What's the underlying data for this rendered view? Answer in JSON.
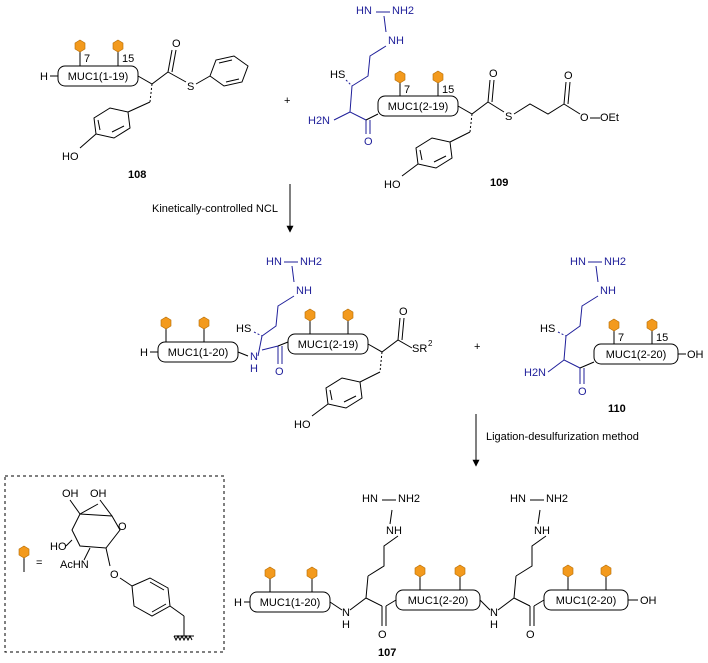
{
  "colors": {
    "peptide_line": "#000000",
    "blue_fragment": "#1f1f9a",
    "sugar_marker": "#f39a1d"
  },
  "compound_108": {
    "number": "108",
    "h_label": "H",
    "segment": "MUC1(1-19)",
    "site_a": "7",
    "site_b": "15",
    "s_label": "S",
    "o_label": "HO"
  },
  "compound_109": {
    "number": "109",
    "nh": "NH",
    "hn": "HN",
    "nh2": "NH2",
    "sh": "HS",
    "h2n": "H2N",
    "o": "O",
    "segment": "MUC1(2-19)",
    "site_a": "7",
    "site_b": "15",
    "s_label": "S",
    "oet": "OEt",
    "o_label": "HO"
  },
  "plus_1": "+",
  "plus_2": "+",
  "arrow_1": "Kinetically-controlled NCL",
  "arrow_2": "Ligation-desulfurization method",
  "intermediate": {
    "h_label": "H",
    "segment_1": "MUC1(1-20)",
    "segment_2": "MUC1(2-19)",
    "nh_link": "N",
    "nh_h": "H",
    "sh": "HS",
    "hn": "HN",
    "nh": "NH",
    "nh2": "NH2",
    "o": "O",
    "sr": "SR",
    "sr_sup": "2",
    "o_label": "HO"
  },
  "compound_110": {
    "number": "110",
    "hn": "HN",
    "nh": "NH",
    "nh2": "NH2",
    "sh": "HS",
    "h2n": "H2N",
    "o": "O",
    "segment": "MUC1(2-20)",
    "site_a": "7",
    "site_b": "15",
    "oh": "OH"
  },
  "compound_107": {
    "number": "107",
    "h_label": "H",
    "segment_1": "MUC1(1-20)",
    "segment_2": "MUC1(2-20)",
    "segment_3": "MUC1(2-20)",
    "oh": "OH",
    "n": "N",
    "h": "H",
    "o": "O",
    "hn": "HN",
    "nh": "NH",
    "nh2": "NH2"
  },
  "legend": {
    "oh_1": "OH",
    "oh_2": "OH",
    "ho": "HO",
    "achn": "AcHN",
    "o_ring": "O",
    "o_link": "O",
    "equals": "="
  }
}
